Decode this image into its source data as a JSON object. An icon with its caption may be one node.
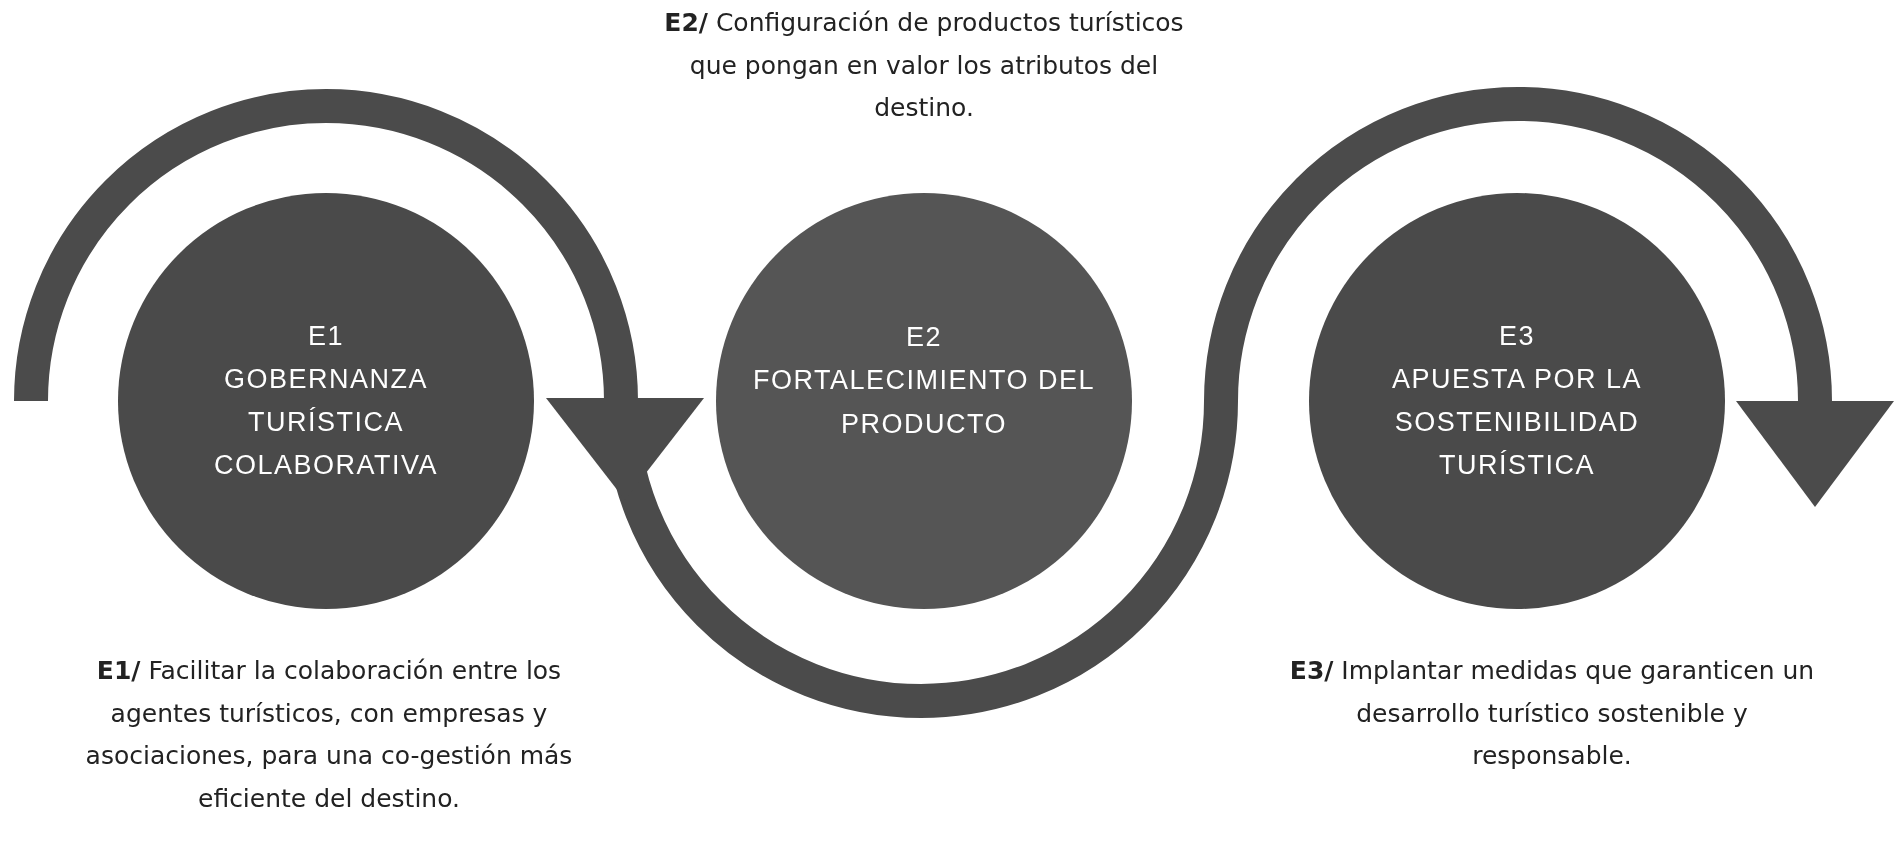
{
  "diagram": {
    "nodes": [
      {
        "text": [
          "E1",
          "GOBERNANZA TURÍSTICA COLABORATIVA"
        ],
        "beside": [
          "**E1/** Facilitar la colaboración entre los agentes turísticos, con empresas y asociaciones, para una co-gestión más eficiente del destino."
        ]
      },
      {
        "text": [
          "E2",
          "FORTALECIMIENTO DEL PRODUCTO"
        ]
      },
      {
        "text": [
          "E3",
          "APUESTA POR LA SOSTENIBILIDAD TURÍSTICA"
        ],
        "beside": [
          "**E3/** Implantar medidas que garanticen un desarrollo turístico sostenible y responsable."
        ]
      }
    ],
    "labels": [
      "**E2/** Configuración de  productos turísticos que pongan en valor los atributos del destino."
    ]
  }
}
